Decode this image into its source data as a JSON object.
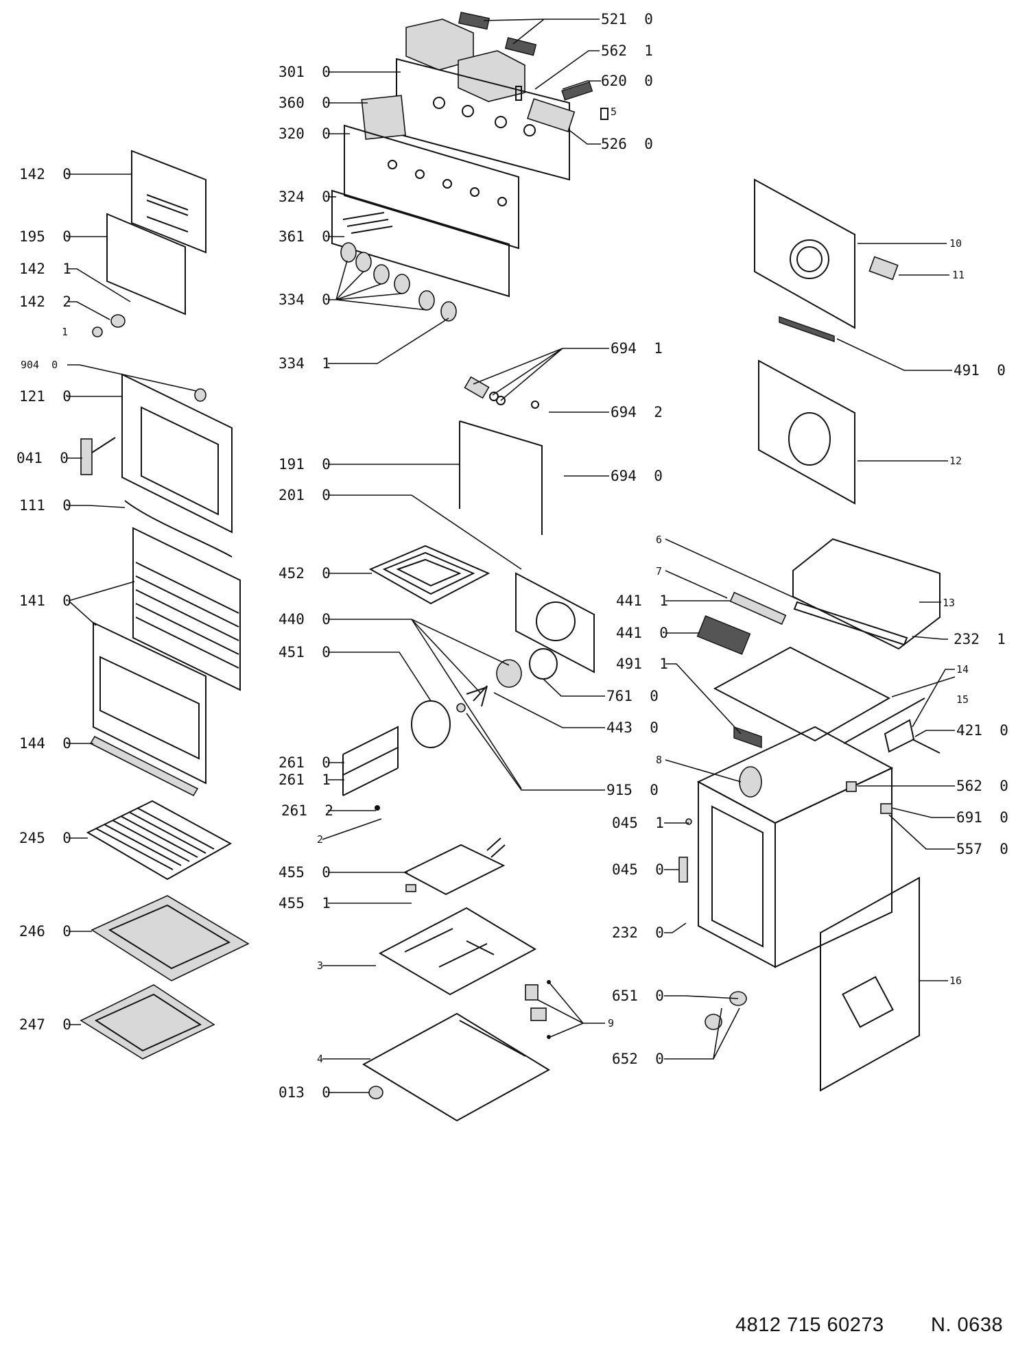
{
  "callouts": [
    {
      "text": "521  0"
    },
    {
      "text": "562  1"
    },
    {
      "text": "301  0"
    },
    {
      "text": "620  0"
    },
    {
      "text": "360  0"
    },
    {
      "text": "5"
    },
    {
      "text": "320  0"
    },
    {
      "text": "526  0"
    },
    {
      "text": "142  0"
    },
    {
      "text": "324  0"
    },
    {
      "text": "195  0"
    },
    {
      "text": "361  0"
    },
    {
      "text": "10"
    },
    {
      "text": "11"
    },
    {
      "text": "142  1"
    },
    {
      "text": "142  2"
    },
    {
      "text": "334  0"
    },
    {
      "text": "1"
    },
    {
      "text": "334  1"
    },
    {
      "text": "694  1"
    },
    {
      "text": "491  0"
    },
    {
      "text": "904  0"
    },
    {
      "text": "121  0"
    },
    {
      "text": "694  2"
    },
    {
      "text": "041  0"
    },
    {
      "text": "12"
    },
    {
      "text": "191  0"
    },
    {
      "text": "694  0"
    },
    {
      "text": "201  0"
    },
    {
      "text": "111  0"
    },
    {
      "text": "6"
    },
    {
      "text": "452  0"
    },
    {
      "text": "141  0"
    },
    {
      "text": "7"
    },
    {
      "text": "13"
    },
    {
      "text": "441  1"
    },
    {
      "text": "440  0"
    },
    {
      "text": "441  0"
    },
    {
      "text": "232  1"
    },
    {
      "text": "451  0"
    },
    {
      "text": "491  1"
    },
    {
      "text": "761  0"
    },
    {
      "text": "14"
    },
    {
      "text": "15"
    },
    {
      "text": "443  0"
    },
    {
      "text": "421  0"
    },
    {
      "text": "144  0"
    },
    {
      "text": "261  0"
    },
    {
      "text": "261  1"
    },
    {
      "text": "8"
    },
    {
      "text": "915  0"
    },
    {
      "text": "562  0"
    },
    {
      "text": "261  2"
    },
    {
      "text": "245  0"
    },
    {
      "text": "045  1"
    },
    {
      "text": "691  0"
    },
    {
      "text": "2"
    },
    {
      "text": "557  0"
    },
    {
      "text": "455  0"
    },
    {
      "text": "045  0"
    },
    {
      "text": "455  1"
    },
    {
      "text": "246  0"
    },
    {
      "text": "232  0"
    },
    {
      "text": "3"
    },
    {
      "text": "16"
    },
    {
      "text": "651  0"
    },
    {
      "text": "9"
    },
    {
      "text": "247  0"
    },
    {
      "text": "652  0"
    },
    {
      "text": "4"
    },
    {
      "text": "013  0"
    }
  ],
  "footer": {
    "document_number": "4812 715 60273",
    "revision": "N. 0638"
  }
}
